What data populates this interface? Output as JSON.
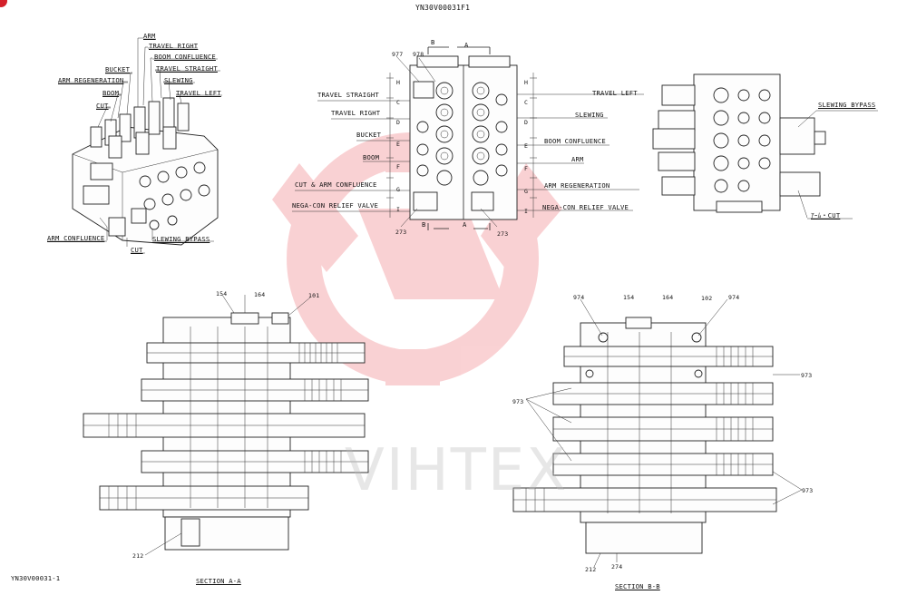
{
  "header": {
    "drawing_code": "YN30V00031F1"
  },
  "footer": {
    "drawing_code": "YN30V00031-1",
    "section_aa": "SECTION A-A",
    "section_bb": "SECTION B-B"
  },
  "watermark": {
    "text": "VIHTEX",
    "color": "#e8323c"
  },
  "left_view": {
    "labels": {
      "arm": "ARM",
      "travel_right": "TRAVEL RIGHT",
      "boom_confluence": "BOOM CONFLUENCE",
      "bucket": "BUCKET",
      "travel_straight": "TRAVEL STRAIGHT",
      "arm_regeneration": "ARM REGENERATION",
      "slewing": "SLEWING",
      "boom": "BOOM",
      "travel_left": "TRAVEL LEFT",
      "cut": "CUT",
      "arm_confluence": "ARM CONFLUENCE",
      "cut_bottom": "CUT",
      "slewing_bypass": "SLEWING BYPASS"
    }
  },
  "center_view": {
    "section_b": "B",
    "section_a": "A",
    "part_977": "977",
    "part_978": "978",
    "part_273_left": "273",
    "part_273_right": "273",
    "left_labels": [
      "TRAVEL STRAIGHT",
      "TRAVEL RIGHT",
      "BUCKET",
      "BOOM",
      "CUT & ARM CONFLUENCE",
      "NEGA-CON RELIEF VALVE"
    ],
    "right_labels": [
      "TRAVEL LEFT",
      "SLEWING",
      "BOOM CONFLUENCE",
      "ARM",
      "ARM REGENERATION",
      "NEGA-CON RELIEF VALVE"
    ],
    "dim_letters_left": [
      "H",
      "C",
      "D",
      "E",
      "F",
      "G",
      "I"
    ],
    "dim_letters_right": [
      "H",
      "C",
      "D",
      "E",
      "F",
      "G",
      "I"
    ]
  },
  "right_view": {
    "slewing_bypass": "SLEWING BYPASS",
    "arm_cut": "ｱｰﾑ・CUT"
  },
  "section_aa": {
    "part_154": "154",
    "part_164": "164",
    "part_101": "101",
    "part_212": "212"
  },
  "section_bb": {
    "part_974_left": "974",
    "part_154": "154",
    "part_164": "164",
    "part_102": "102",
    "part_974_right": "974",
    "part_973_a": "973",
    "part_973_b": "973",
    "part_973_c": "973",
    "part_212": "212",
    "part_274": "274"
  }
}
